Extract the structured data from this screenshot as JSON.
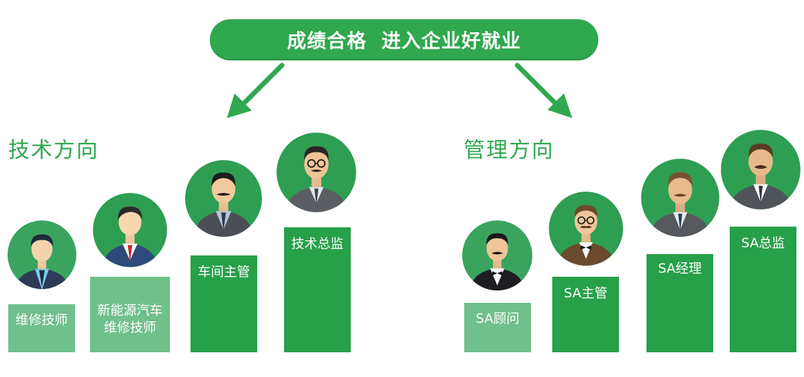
{
  "banner": {
    "text": "成绩合格  进入企业好就业"
  },
  "sections": {
    "tech": {
      "title": "技术方向"
    },
    "management": {
      "title": "管理方向"
    }
  },
  "tech_levels": [
    {
      "label": "维修技师",
      "label2": ""
    },
    {
      "label": "新能源汽车",
      "label2": "维修技师"
    },
    {
      "label": "车间主管",
      "label2": ""
    },
    {
      "label": "技术总监",
      "label2": ""
    }
  ],
  "mgmt_levels": [
    {
      "label": "SA顾问"
    },
    {
      "label": "SA主管"
    },
    {
      "label": "SA经理"
    },
    {
      "label": "SA总监"
    }
  ],
  "colors": {
    "accent": "#2fa84f",
    "bar_light": "#6fc08a",
    "bar_dark": "#27a04a",
    "avatar_bg": "#2e9e52"
  }
}
